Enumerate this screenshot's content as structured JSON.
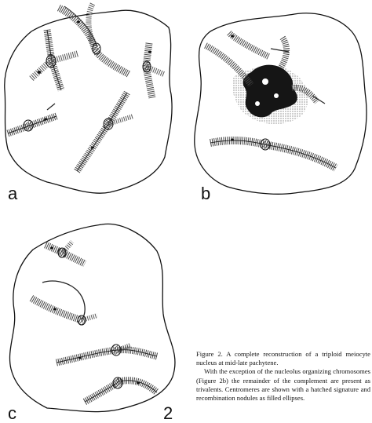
{
  "figure": {
    "panel_labels": {
      "a": "a",
      "b": "b",
      "c": "c"
    },
    "figure_number": "2",
    "caption": {
      "paragraph1": "Figure 2. A complete reconstruction of a triploid meiocyte nucleus at mid-late pachytene.",
      "paragraph2": "With the exception of the nucleolus organizing chromosomes (Figure 2b) the remainder of the complement are present as trivalents. Centromeres are shown with a hatched signature and recombination nodules as filled ellipses."
    }
  }
}
